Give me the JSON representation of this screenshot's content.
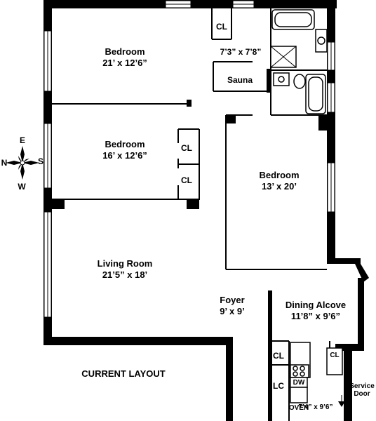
{
  "rooms": {
    "bedroom1": {
      "name": "Bedroom",
      "size": "21’ x 12’6”"
    },
    "bedroom2": {
      "name": "Bedroom",
      "size": "16’ x 12’6”"
    },
    "bedroom3": {
      "name": "Bedroom",
      "size": "13’ x 20’"
    },
    "living": {
      "name": "Living Room",
      "size": "21’5” x 18’"
    },
    "foyer": {
      "name": "Foyer",
      "size": "9’ x 9’"
    },
    "dining": {
      "name": "Dining Alcove",
      "size": "11’8” x 9’6”"
    },
    "bath": {
      "size": "7’3” x 7’8”"
    },
    "sauna": {
      "name": "Sauna"
    },
    "kitchen": {
      "size": "7’4” x 9’6”"
    }
  },
  "closets": {
    "cl": "CL",
    "lc": "LC"
  },
  "appliances": {
    "dw": "DW",
    "oven": "OVEN"
  },
  "service_door": {
    "line1": "Service",
    "line2": "Door"
  },
  "compass": {
    "n": "N",
    "e": "E",
    "s": "S",
    "w": "W"
  },
  "caption": "CURRENT LAYOUT"
}
